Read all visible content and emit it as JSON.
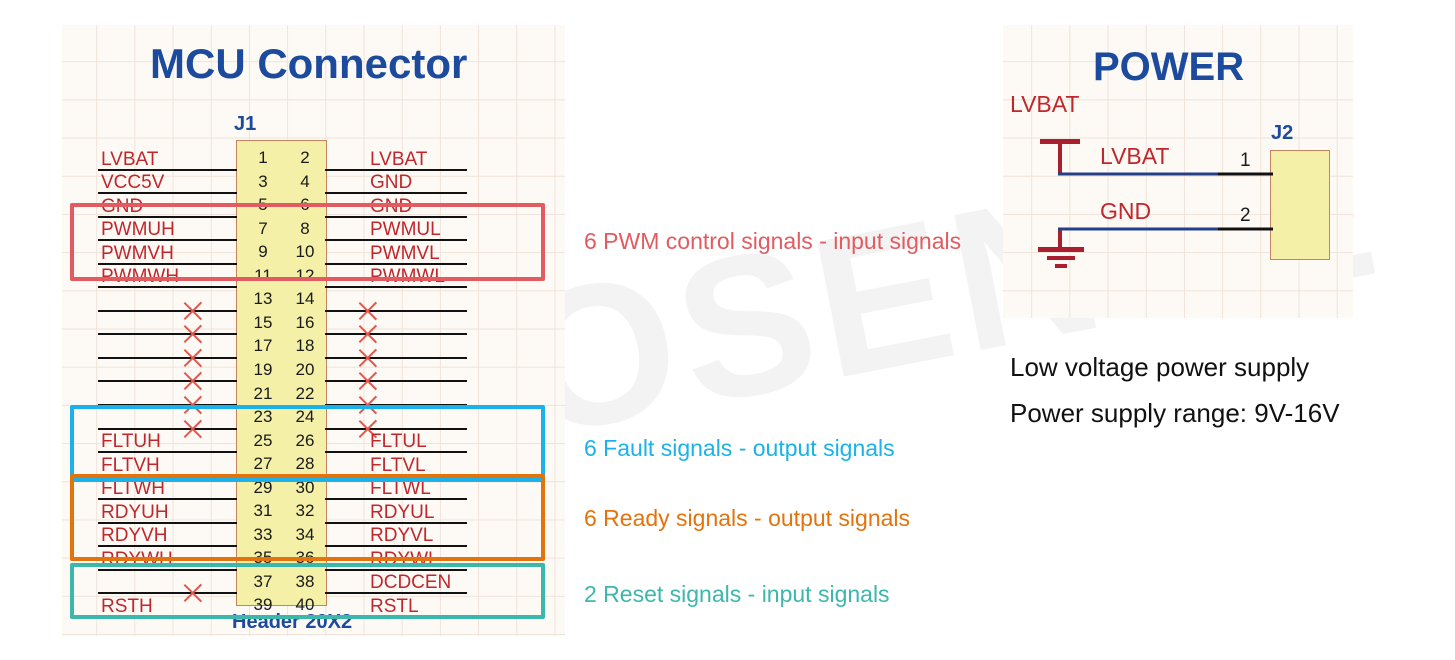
{
  "watermark": {
    "text": "NOVOSENSE"
  },
  "sections": {
    "mcu": {
      "title": "MCU  Connector",
      "refdes": "J1",
      "footprint": "Header 20X2",
      "rows": [
        {
          "odd": "1",
          "even": "2",
          "left": "LVBAT",
          "right": "LVBAT",
          "left_nc": false,
          "right_nc": false
        },
        {
          "odd": "3",
          "even": "4",
          "left": "VCC5V",
          "right": "GND",
          "left_nc": false,
          "right_nc": false
        },
        {
          "odd": "5",
          "even": "6",
          "left": "GND",
          "right": "GND",
          "left_nc": false,
          "right_nc": false
        },
        {
          "odd": "7",
          "even": "8",
          "left": "PWMUH",
          "right": "PWMUL",
          "left_nc": false,
          "right_nc": false
        },
        {
          "odd": "9",
          "even": "10",
          "left": "PWMVH",
          "right": "PWMVL",
          "left_nc": false,
          "right_nc": false
        },
        {
          "odd": "11",
          "even": "12",
          "left": "PWMWH",
          "right": "PWMWL",
          "left_nc": false,
          "right_nc": false
        },
        {
          "odd": "13",
          "even": "14",
          "left": "",
          "right": "",
          "left_nc": true,
          "right_nc": true
        },
        {
          "odd": "15",
          "even": "16",
          "left": "",
          "right": "",
          "left_nc": true,
          "right_nc": true
        },
        {
          "odd": "17",
          "even": "18",
          "left": "",
          "right": "",
          "left_nc": true,
          "right_nc": true
        },
        {
          "odd": "19",
          "even": "20",
          "left": "",
          "right": "",
          "left_nc": true,
          "right_nc": true
        },
        {
          "odd": "21",
          "even": "22",
          "left": "",
          "right": "",
          "left_nc": true,
          "right_nc": true
        },
        {
          "odd": "23",
          "even": "24",
          "left": "",
          "right": "",
          "left_nc": true,
          "right_nc": true
        },
        {
          "odd": "25",
          "even": "26",
          "left": "FLTUH",
          "right": "FLTUL",
          "left_nc": false,
          "right_nc": false
        },
        {
          "odd": "27",
          "even": "28",
          "left": "FLTVH",
          "right": "FLTVL",
          "left_nc": false,
          "right_nc": false
        },
        {
          "odd": "29",
          "even": "30",
          "left": "FLTWH",
          "right": "FLTWL",
          "left_nc": false,
          "right_nc": false
        },
        {
          "odd": "31",
          "even": "32",
          "left": "RDYUH",
          "right": "RDYUL",
          "left_nc": false,
          "right_nc": false
        },
        {
          "odd": "33",
          "even": "34",
          "left": "RDYVH",
          "right": "RDYVL",
          "left_nc": false,
          "right_nc": false
        },
        {
          "odd": "35",
          "even": "36",
          "left": "RDYWH",
          "right": "RDYWL",
          "left_nc": false,
          "right_nc": false
        },
        {
          "odd": "37",
          "even": "38",
          "left": "",
          "right": "DCDCEN",
          "left_nc": true,
          "right_nc": false
        },
        {
          "odd": "39",
          "even": "40",
          "left": "RSTH",
          "right": "RSTL",
          "left_nc": false,
          "right_nc": false
        }
      ],
      "groups": [
        {
          "id": "pwm",
          "caption": "6 PWM control signals - input signals",
          "color": "#e15b60"
        },
        {
          "id": "fault",
          "caption": "6 Fault signals - output signals",
          "color": "#1ab2e8"
        },
        {
          "id": "ready",
          "caption": "6 Ready signals - output signals",
          "color": "#e2730d"
        },
        {
          "id": "reset",
          "caption": "2 Reset signals - input signals",
          "color": "#3bb7ab"
        }
      ]
    },
    "power": {
      "title": "POWER",
      "refdes": "J2",
      "symbol_lvbat_label": "LVBAT",
      "nets": [
        {
          "label": "LVBAT",
          "pin": "1"
        },
        {
          "label": "GND",
          "pin": "2"
        }
      ],
      "notes": [
        "Low voltage power supply",
        "Power supply range: 9V-16V"
      ]
    }
  }
}
